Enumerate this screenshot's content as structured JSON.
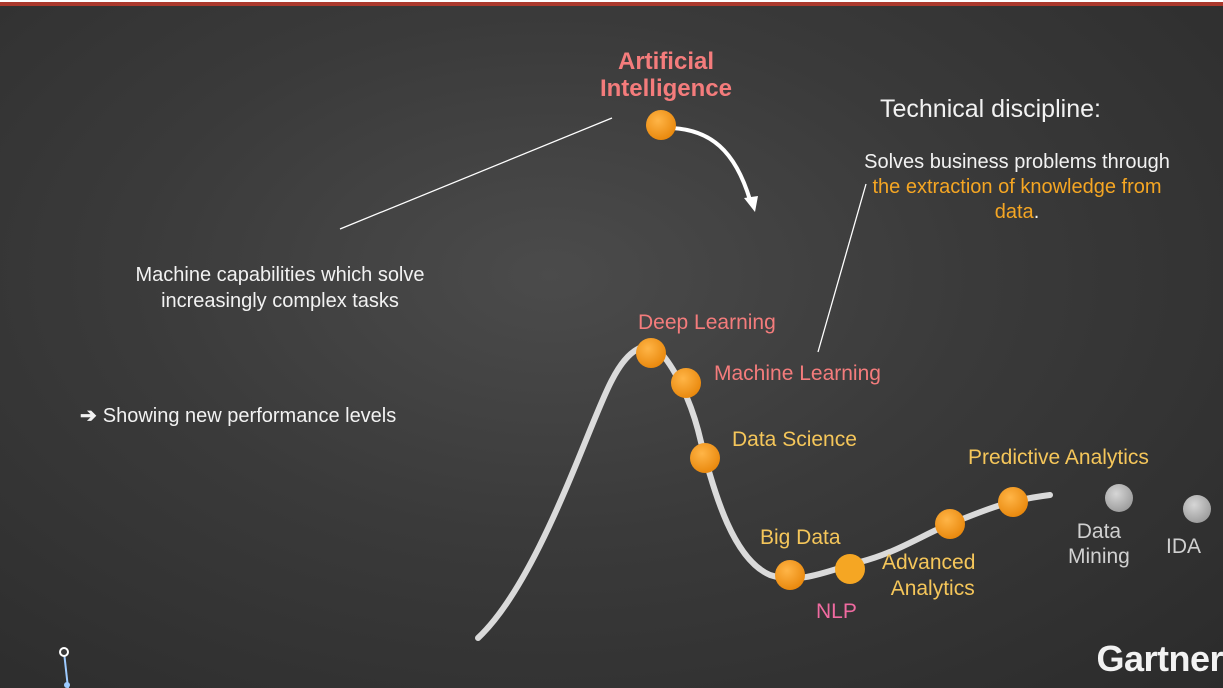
{
  "ai": {
    "line1": "Artificial",
    "line2": "Intelligence"
  },
  "technical": {
    "title": "Technical discipline:",
    "body_part1": "Solves business problems through",
    "body_highlight": "the extraction of knowledge from data",
    "body_end": "."
  },
  "machine_capabilities": "Machine capabilities which solve increasingly complex tasks",
  "performance": {
    "arrow": "➔",
    "text": "Showing new performance levels"
  },
  "curve_points": [
    {
      "label": "Deep Learning",
      "color": "#f47c7c"
    },
    {
      "label": "Machine Learning",
      "color": "#f47c7c"
    },
    {
      "label": "Data Science",
      "color": "#f5c65a"
    },
    {
      "label": "Big Data",
      "color": "#f5c65a"
    },
    {
      "label": "NLP",
      "color": "#f06aa0"
    },
    {
      "label_line1": "Advanced",
      "label_line2": "Analytics",
      "color": "#f5c65a"
    },
    {
      "label": "Predictive Analytics",
      "color": "#f5c65a"
    },
    {
      "label_line1": "Data",
      "label_line2": "Mining",
      "color": "#d0d0d0"
    },
    {
      "label": "IDA",
      "color": "#d0d0d0"
    }
  ],
  "brand": "Gartner",
  "colors": {
    "dot_orange": "#f5a623",
    "dot_grey": "#b5b5b5",
    "curve": "#e8e8e8",
    "background": "#3a3a3a"
  }
}
